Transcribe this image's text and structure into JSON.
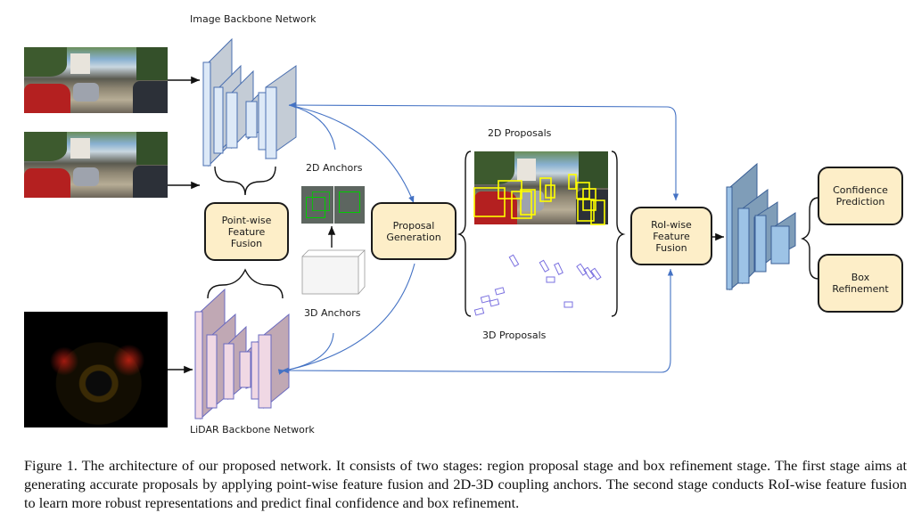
{
  "figure": {
    "labels": {
      "image_backbone": "Image Backbone Network",
      "lidar_backbone": "LiDAR Backbone Network",
      "anchors_2d": "2D Anchors",
      "anchors_3d": "3D Anchors",
      "proposals_2d": "2D Proposals",
      "proposals_3d": "3D Proposals"
    },
    "boxes": {
      "point_wise_fusion": "Point-wise\nFeature\nFusion",
      "proposal_generation": "Proposal\nGeneration",
      "roi_wise_fusion": "RoI-wise\nFeature\nFusion",
      "confidence_prediction": "Confidence\nPrediction",
      "box_refinement": "Box\nRefinement"
    },
    "colors": {
      "box_fill": "#fdeec8",
      "image_backbone_fill": "#dde9f7",
      "lidar_backbone_fill": "#f0d8e4",
      "refinement_net_fill": "#9dc3e6",
      "arrow_blue": "#4472c4",
      "proposal_box_2d": "#ffff00",
      "anchor_box": "#00cc00"
    }
  },
  "caption": "Figure 1. The architecture of our proposed network. It consists of two stages: region proposal stage and box refinement stage. The first stage aims at generating accurate proposals by applying point-wise feature fusion and 2D-3D coupling anchors. The second stage conducts RoI-wise feature fusion to learn more robust representations and predict final confidence and box refinement."
}
